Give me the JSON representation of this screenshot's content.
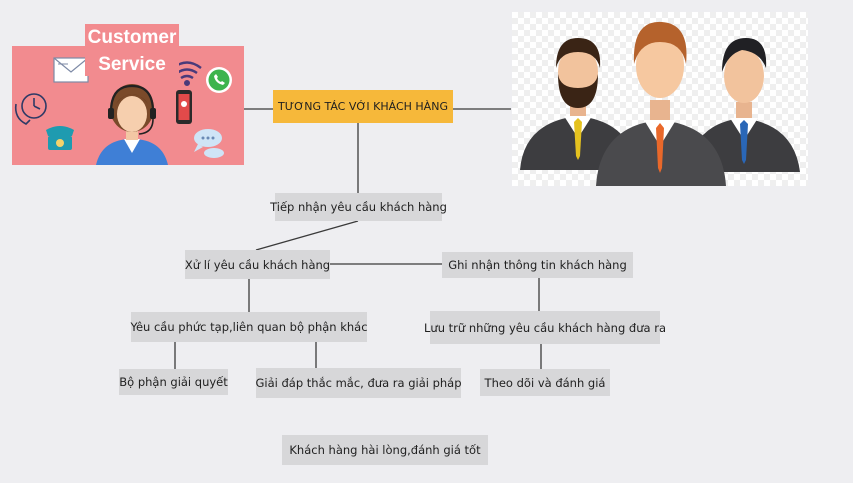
{
  "illustration": {
    "title_line1": "Customer",
    "title_line2": "Service"
  },
  "hub": {
    "label": "TƯƠNG TÁC VỚI KHÁCH HÀNG"
  },
  "nodes": {
    "receive": "Tiếp nhận yêu cầu khách hàng",
    "process": "Xử lí yêu cầu khách hàng",
    "record": "Ghi nhận thông tin khách hàng",
    "complex": "Yêu cầu phức tạp,liên quan bộ phận khác",
    "store": "Lưu trữ những yêu cầu khách hàng đưa ra",
    "department": "Bộ phận giải quyết",
    "answer": "Giải đáp thắc mắc, đưa ra giải pháp",
    "monitor": "Theo dõi  và đánh giá",
    "satisfied": "Khách hàng hài lòng,đánh giá tốt"
  },
  "colors": {
    "background": "#eeeef1",
    "node": "#d7d7d9",
    "hub": "#f6b83a",
    "illustration_bg": "#f28b8f",
    "connector": "#3a3a3a"
  },
  "icons": [
    "envelope-icon",
    "wifi-icon",
    "whatsapp-icon",
    "clock-icon",
    "telephone-icon",
    "agent-headset-icon",
    "smartphone-icon",
    "chat-bubble-icon",
    "businessmen-group-icon"
  ]
}
